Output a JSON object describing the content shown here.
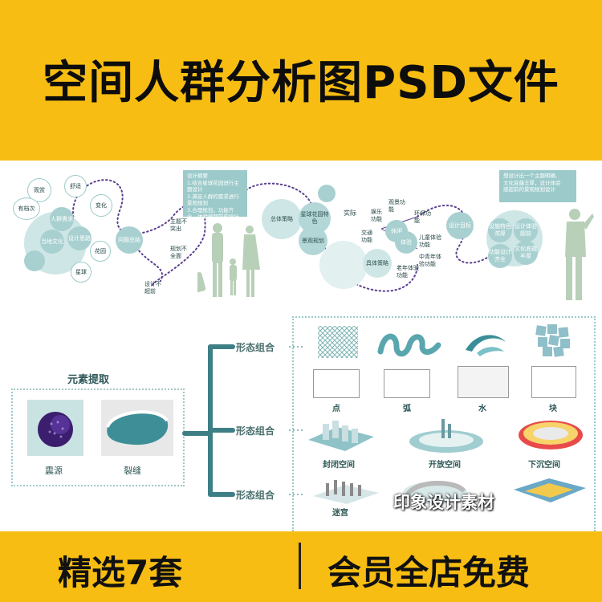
{
  "header": {
    "title": "空间人群分析图PSD文件"
  },
  "footer": {
    "left": "精选7套",
    "right": "会员全店免费"
  },
  "mindmap": {
    "left_cluster": {
      "words": [
        "观赏",
        "舒适",
        "有档次",
        "变化",
        "花园",
        "星球"
      ],
      "bubbles": [
        "人群需求",
        "当地文化",
        "设计思路"
      ],
      "problem": "问题总结",
      "issues": [
        "主题不突出",
        "规划不全面",
        "设计不超前"
      ]
    },
    "callout_left": {
      "title": "设计纲要",
      "lines": [
        "1.结合星球花园进行主题设计",
        "2.满足人群的需求进行景观规划",
        "3.合理规划，功能齐全，体验感超前的设计"
      ]
    },
    "middle": {
      "strategy": "总体策略",
      "features": "星球花园特色",
      "planning": "景观规划",
      "real": "实际",
      "words": [
        "娱乐功能",
        "交通功能",
        "观景功能",
        "环保功能"
      ],
      "core": [
        "休闲",
        "体验"
      ],
      "specific": "具体策略",
      "sub": [
        "儿童体验功能",
        "中青年体验功能",
        "老年体验功能"
      ]
    },
    "callout_right": {
      "lines": [
        "想设计出一个主题明确、",
        "文化底蕴丰厚，设计体验",
        "感超前的景观规划设计"
      ]
    },
    "right_cluster": {
      "goal": "设计目标",
      "items": [
        "设施特色浓厚",
        "设计体验超前",
        "功能设计齐全",
        "文化底蕴丰厚"
      ]
    }
  },
  "elements": {
    "title": "元素提取",
    "items": [
      "震源",
      "裂缝"
    ]
  },
  "tree": {
    "branches": [
      "形态组合",
      "形态组合",
      "形态组合"
    ]
  },
  "forms": {
    "row2_labels": [
      "点",
      "弧",
      "水",
      "块"
    ],
    "row3_labels": [
      "封闭空间",
      "开放空间",
      "下沉空间"
    ],
    "row4_labels": [
      "迷宫"
    ]
  },
  "watermark": "印象设计素材",
  "colors": {
    "banner": "#f7bd12",
    "teal": "#9ccaca",
    "teal_dark": "#5f8f8f"
  }
}
